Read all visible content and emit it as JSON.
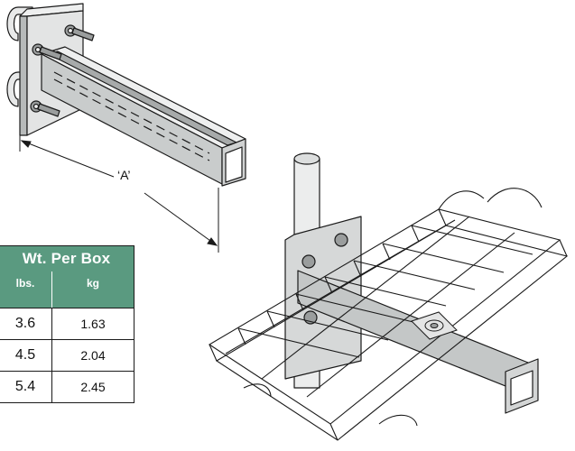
{
  "dimension_label": "‘A’",
  "weight_table": {
    "title": "Wt. Per Box",
    "columns": [
      "lbs.",
      "kg"
    ],
    "rows": [
      {
        "lbs": "3.6",
        "kg": "1.63"
      },
      {
        "lbs": "4.5",
        "kg": "2.04"
      },
      {
        "lbs": "5.4",
        "kg": "2.45"
      }
    ]
  },
  "colors": {
    "table_header": "#5a9a80",
    "line": "#1a1a1a",
    "metal": "#d6d8d8"
  }
}
